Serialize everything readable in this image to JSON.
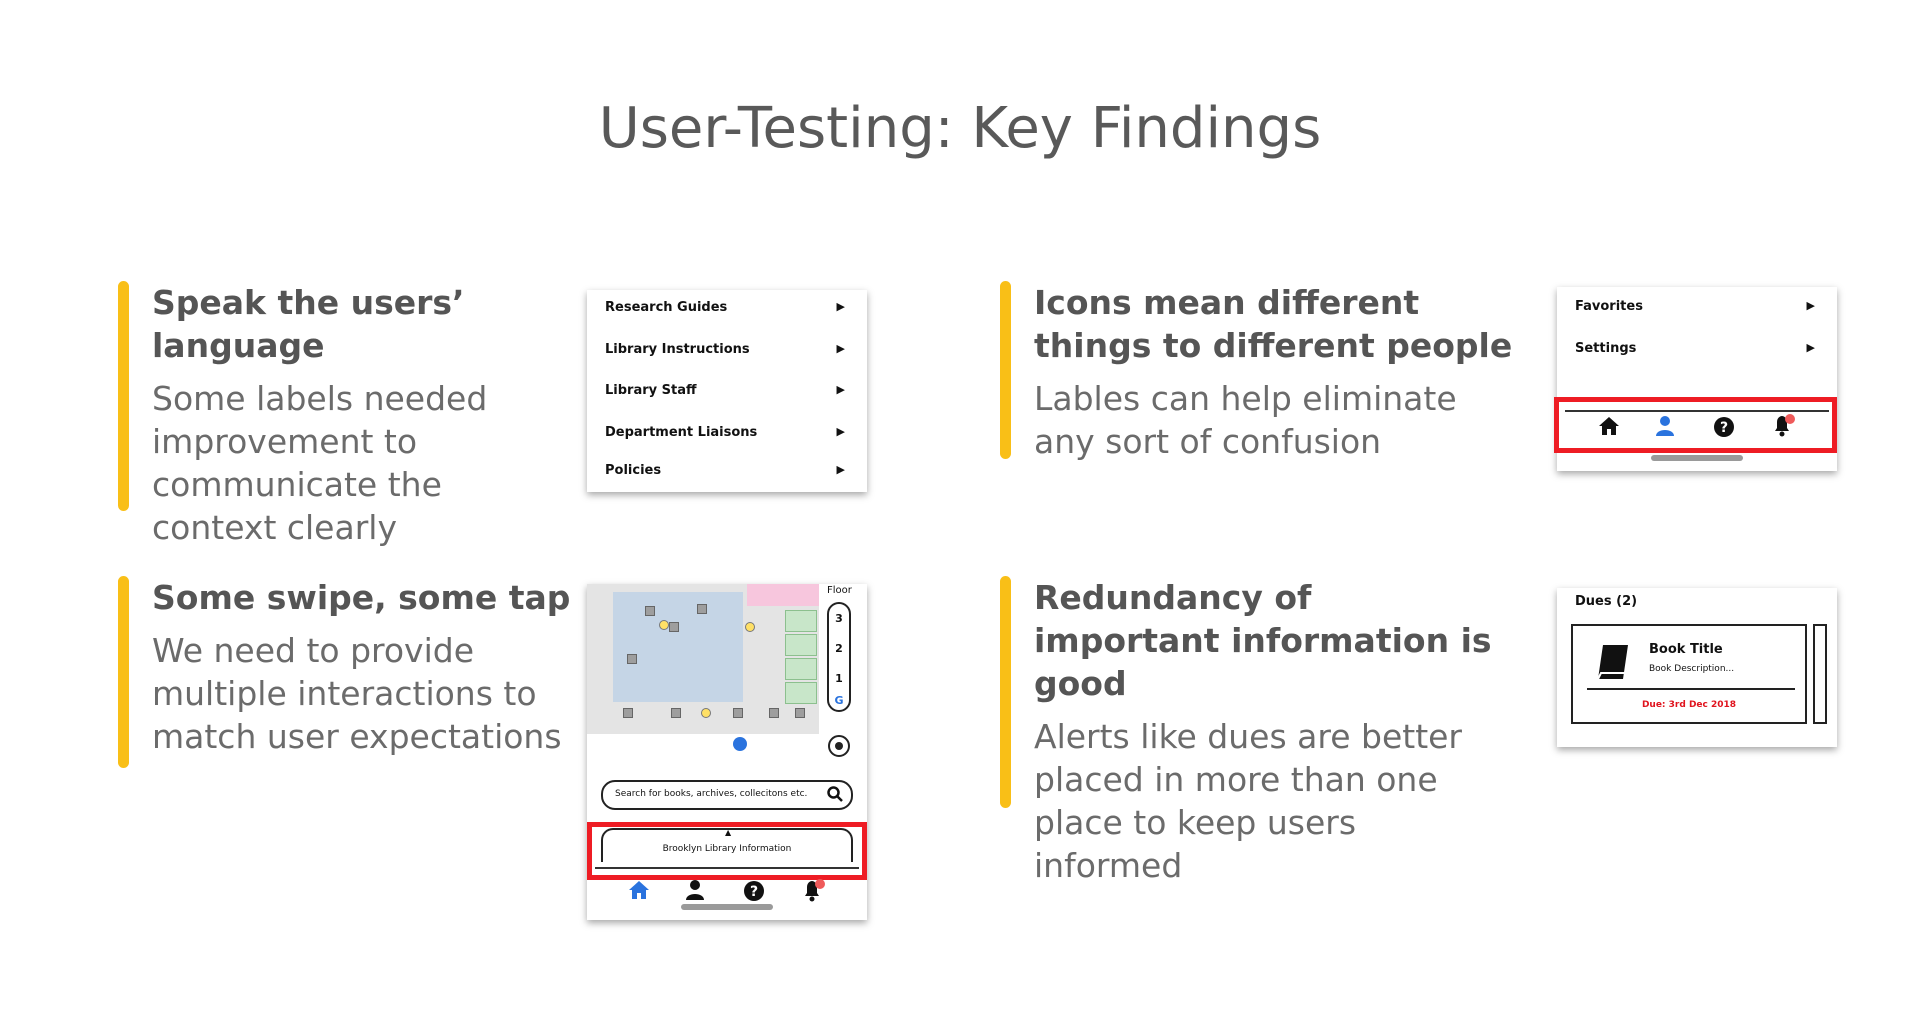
{
  "title": "User-Testing: Key Findings",
  "findings": [
    {
      "heading": "Speak the users’ language",
      "body": "Some labels needed improvement to communicate the context clearly"
    },
    {
      "heading": "Icons mean different things to different people",
      "body": "Lables can help eliminate any sort of confusion"
    },
    {
      "heading": "Some swipe, some tap",
      "body": "We need to provide multiple interactions to match user expectations"
    },
    {
      "heading": "Redundancy of important information is good",
      "body": "Alerts like dues are better placed in more than one place to keep users informed"
    }
  ],
  "mock_menu": {
    "items": [
      "Research Guides",
      "Library Instructions",
      "Library Staff",
      "Department Liaisons",
      "Policies"
    ],
    "arrow": "▶"
  },
  "mock_icons": {
    "items": [
      "Favorites",
      "Settings"
    ],
    "arrow": "▶",
    "nav": [
      "home-icon",
      "person-icon",
      "help-icon",
      "bell-icon"
    ]
  },
  "mock_map": {
    "floor_label": "Floor",
    "floors": [
      "3",
      "2",
      "1",
      "G"
    ],
    "search_placeholder": "Search for books, archives, collecitons etc.",
    "drawer_label": "Brooklyn Library Information",
    "nav": [
      "home-icon",
      "person-icon",
      "help-icon",
      "bell-icon"
    ]
  },
  "mock_dues": {
    "header": "Dues (2)",
    "book_title": "Book Title",
    "book_description": "Book Description...",
    "due": "Due: 3rd Dec 2018"
  },
  "colors": {
    "accent_bar": "#f9bf17",
    "highlight_box": "#ee1c24",
    "active_icon": "#2a73de",
    "due_text": "#e0141e"
  }
}
